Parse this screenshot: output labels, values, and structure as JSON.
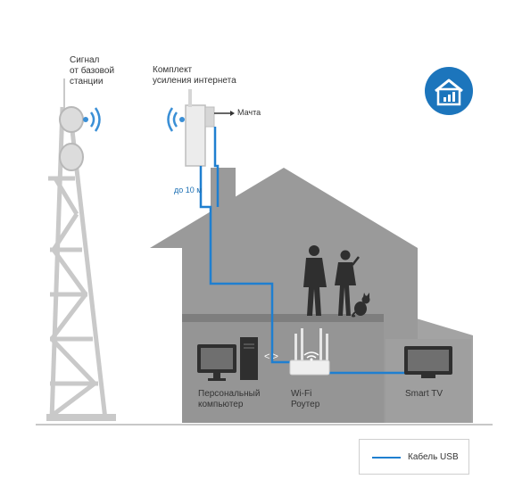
{
  "labels": {
    "signal": "Сигнал\nот базовой\nстанции",
    "kit": "Комплект\nусиления интернета",
    "mast": "Мачта",
    "distance": "до 10 м",
    "pc": "Персональный\nкомпьютер",
    "router": "Wi-Fi\nРоутер",
    "tv": "Smart TV",
    "arrows": "< >"
  },
  "legend": {
    "cable_label": "Кабель USB",
    "cable_color": "#1f7fd0"
  },
  "colors": {
    "house": "#9a9a9a",
    "house_dark": "#8c8c8c",
    "floor": "#7e7e7e",
    "tower": "#c9c9c9",
    "devices": "#2f2f2f",
    "badge": "#1c75bc",
    "cable": "#1f7fd0",
    "wave": "#3a8fd6"
  },
  "icons": {
    "badge": "house-signal-icon",
    "tower": "cell-tower-icon",
    "antenna": "outdoor-antenna-icon",
    "pc": "desktop-computer-icon",
    "router": "wifi-router-icon",
    "tv": "tv-icon",
    "people": "people-icon",
    "cat": "cat-icon"
  }
}
